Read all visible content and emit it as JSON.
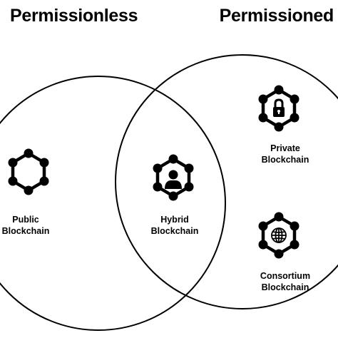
{
  "headings": {
    "left": "Permissionless",
    "right": "Permissioned"
  },
  "labels": {
    "public": [
      "Public",
      "Blockchain"
    ],
    "hybrid": [
      "Hybrid",
      "Blockchain"
    ],
    "private": [
      "Private",
      "Blockchain"
    ],
    "consortium": [
      "Consortium",
      "Blockchain"
    ]
  },
  "icons": {
    "public": "hexagon-network-icon",
    "hybrid": "person-icon",
    "private": "padlock-icon",
    "consortium": "globe-icon"
  },
  "colors": {
    "ink": "#000000",
    "background": "#ffffff"
  }
}
